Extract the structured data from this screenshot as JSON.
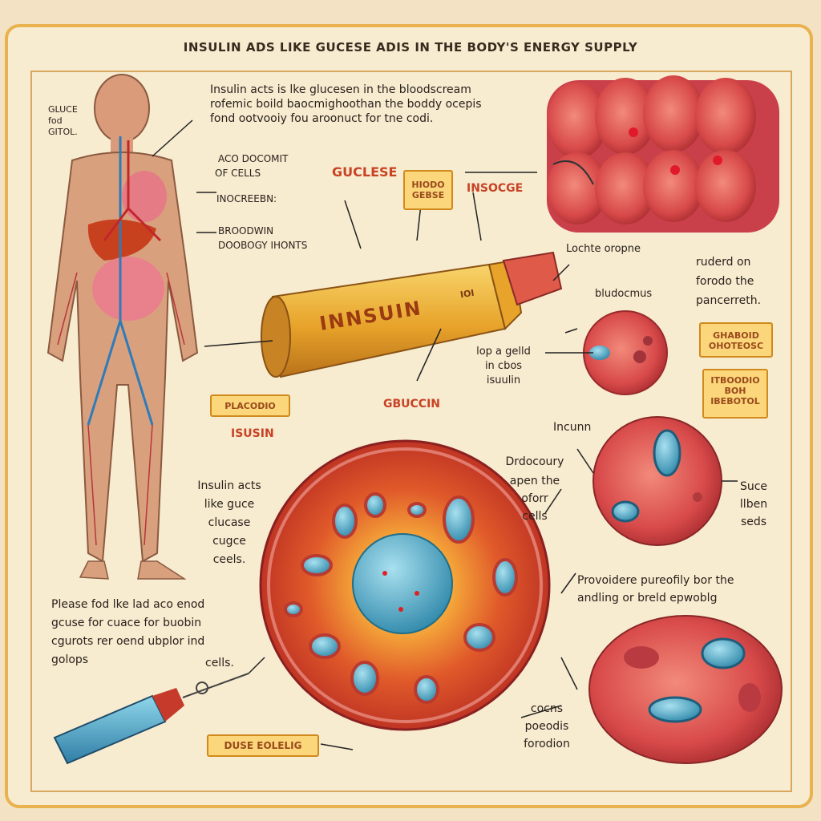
{
  "title": "INSULIN ADS LIKE GUCESE ADIS IN THE BODY'S ENERGY SUPPLY",
  "intro": [
    "Insulin acts is lke glucesen in the bloodscream",
    "rofemic boild baocmighoothan the boddy ocepis",
    "fond ootvooiy fou aroonuct for tne codi."
  ],
  "body_side_label": [
    "GLUCE",
    "fod",
    "GITOL."
  ],
  "body_labels": {
    "cells": [
      "ACO DOCOMIT",
      "OF CELLS"
    ],
    "inocrebn": "INOCREEBN:",
    "bloodwin": "BROODWIN",
    "bodogy": "DOOBOGY IHONTS"
  },
  "tags": {
    "gucese": "GUCLESE",
    "center_tag": [
      "HIODO",
      "GEBSE"
    ],
    "insocge": "INSOCGE",
    "placodio": "PLACODIO",
    "right_top": [
      "GHABOID",
      "OHOTEOSC"
    ],
    "right_bottom": [
      "ITBOODIO",
      "BOH",
      "IBEBOTOL"
    ],
    "bottom": "DUSE EOLELIG"
  },
  "bottle": {
    "label": "INNSUIN",
    "small": "IOI"
  },
  "captions": {
    "isusin": "ISUSIN",
    "glucin": "GBUCCIN",
    "lochte": "Lochte oropne",
    "bludocmis": "bludocmus",
    "op_geld": [
      "lop a gelld",
      "in cbos",
      "isuulin"
    ],
    "pancreas": [
      "ruderd on",
      "forodo the",
      "pancerreth."
    ],
    "incunn": "Incunn",
    "drdocoury": [
      "Drdocoury",
      "apen the",
      "oforr",
      "cells"
    ],
    "suce": [
      "Suce",
      "llben",
      "seds"
    ],
    "insulin_acts": [
      "Insulin acts",
      "like guce",
      "clucase",
      "cugce",
      "ceels."
    ],
    "please": [
      "Please fod lke lad aco enod",
      "gcuse for cuace for buobin",
      "cgurots rer oend ubplor ind"
    ],
    "golops": "golops",
    "cells_bottom": "cells.",
    "provo": [
      "Provoidere pureofily bor the",
      "andling or breld epwoblg"
    ],
    "cocns": [
      "cocns",
      "poeodis",
      "forodion"
    ]
  },
  "colors": {
    "frame": "#e9b24f",
    "paper": "#f7ebd0",
    "tag_fill": "#fbd67a",
    "cell_red": "#d8484a",
    "nucleus": "#4aa3c5"
  }
}
